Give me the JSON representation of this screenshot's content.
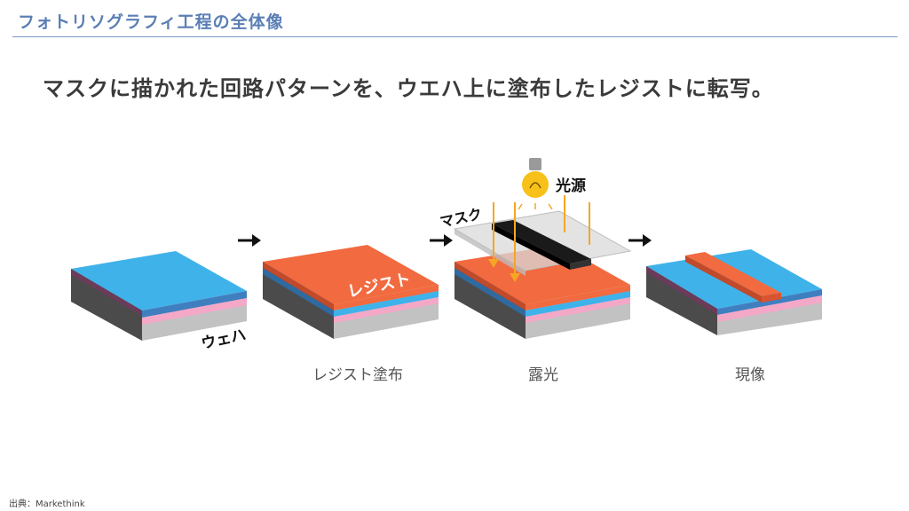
{
  "header": {
    "title": "フォトリソグラフィ工程の全体像",
    "lead": "マスクに描かれた回路パターンを、ウエハ上に塗布したレジストに転写。"
  },
  "diagram": {
    "labels": {
      "wafer": "ウェハ",
      "resist": "レジスト",
      "mask": "マスク",
      "light_source": "光源"
    },
    "captions": {
      "coat": "レジスト塗布",
      "expose": "露光",
      "develop": "現像"
    },
    "colors": {
      "wafer_top": "#3fb2ea",
      "resist": "#f26a3f",
      "pink_layer": "#f4a8c8",
      "gray_body": "#bfbfbf",
      "dark_side": "#4b4b4b",
      "mask_bar": "#1a1a1a",
      "light_ray": "#f5a623"
    },
    "icons": [
      "arrow-right-icon",
      "lightbulb-icon"
    ]
  },
  "footer": {
    "source": "出典：Markethink"
  }
}
